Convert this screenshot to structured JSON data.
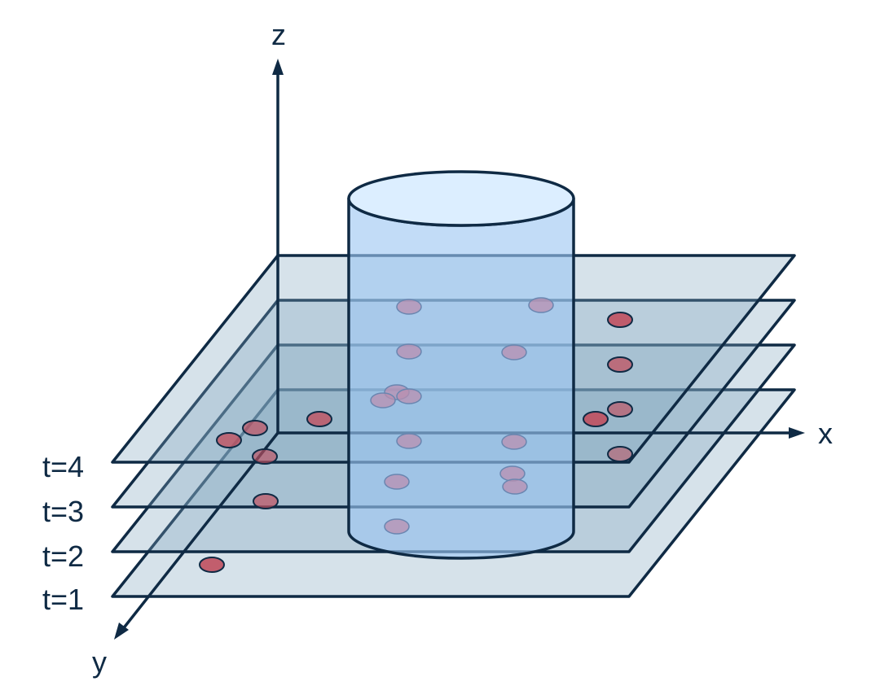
{
  "axes": {
    "z_label": "z",
    "x_label": "x",
    "y_label": "y"
  },
  "time_slices": [
    {
      "label": "t=4"
    },
    {
      "label": "t=3"
    },
    {
      "label": "t=2"
    },
    {
      "label": "t=1"
    }
  ],
  "colors": {
    "ink": "#0f2a44",
    "plane_fill": "#7fa6bd",
    "cylinder_fill": "#9cc7f2",
    "cylinder_top": "#dceeff",
    "point_fill": "#c0505f",
    "point_inside_fill": "#b98fb0"
  }
}
